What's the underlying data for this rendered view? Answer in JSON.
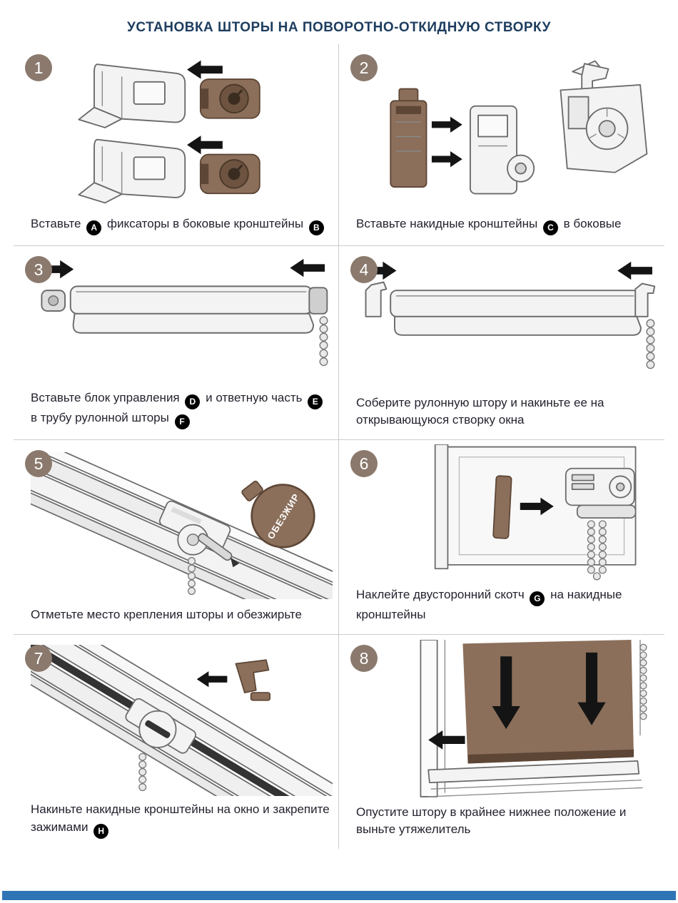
{
  "page": {
    "title": "УСТАНОВКА ШТОРЫ НА ПОВОРОТНО-ОТКИДНУЮ СТВОРКУ"
  },
  "colors": {
    "title-color": "#1d3d5f",
    "text-color": "#23232f",
    "step-circle": "#8a796c",
    "badge-color": "#000000",
    "brown": "#8b6f5b",
    "brown-dark": "#5d4636",
    "line-color": "#cccccc",
    "footer-color": "#2f74b5"
  },
  "steps": [
    {
      "number": "1",
      "caption": [
        {
          "t": "Вставьте "
        },
        {
          "b": "A"
        },
        {
          "t": " фиксаторы в боковые кронштейны "
        },
        {
          "b": "B"
        }
      ]
    },
    {
      "number": "2",
      "caption": [
        {
          "t": "Вставьте накидные кронштейны "
        },
        {
          "b": "C"
        },
        {
          "t": " в боковые"
        }
      ]
    },
    {
      "number": "3",
      "caption": [
        {
          "t": "Вставьте блок управления "
        },
        {
          "b": "D"
        },
        {
          "t": " и ответную часть "
        },
        {
          "b": "E"
        },
        {
          "t": " в трубу рулонной шторы "
        },
        {
          "b": "F"
        }
      ]
    },
    {
      "number": "4",
      "caption": [
        {
          "t": "Соберите рулонную штору и накиньте ее на открывающуюся створку окна"
        }
      ]
    },
    {
      "number": "5",
      "bottle_label": "ОБЕЗЖИР",
      "caption": [
        {
          "t": "Отметьте место крепления шторы и обезжирьте"
        }
      ]
    },
    {
      "number": "6",
      "caption": [
        {
          "t": "Наклейте двусторонний скотч "
        },
        {
          "b": "G"
        },
        {
          "t": " на накидные кронштейны"
        }
      ]
    },
    {
      "number": "7",
      "caption": [
        {
          "t": "Накиньте накидные кронштейны на окно и закрепите зажимами "
        },
        {
          "b": "H"
        }
      ]
    },
    {
      "number": "8",
      "caption": [
        {
          "t": "Опустите штору в крайнее нижнее положение и выньте утяжелитель"
        }
      ]
    }
  ]
}
